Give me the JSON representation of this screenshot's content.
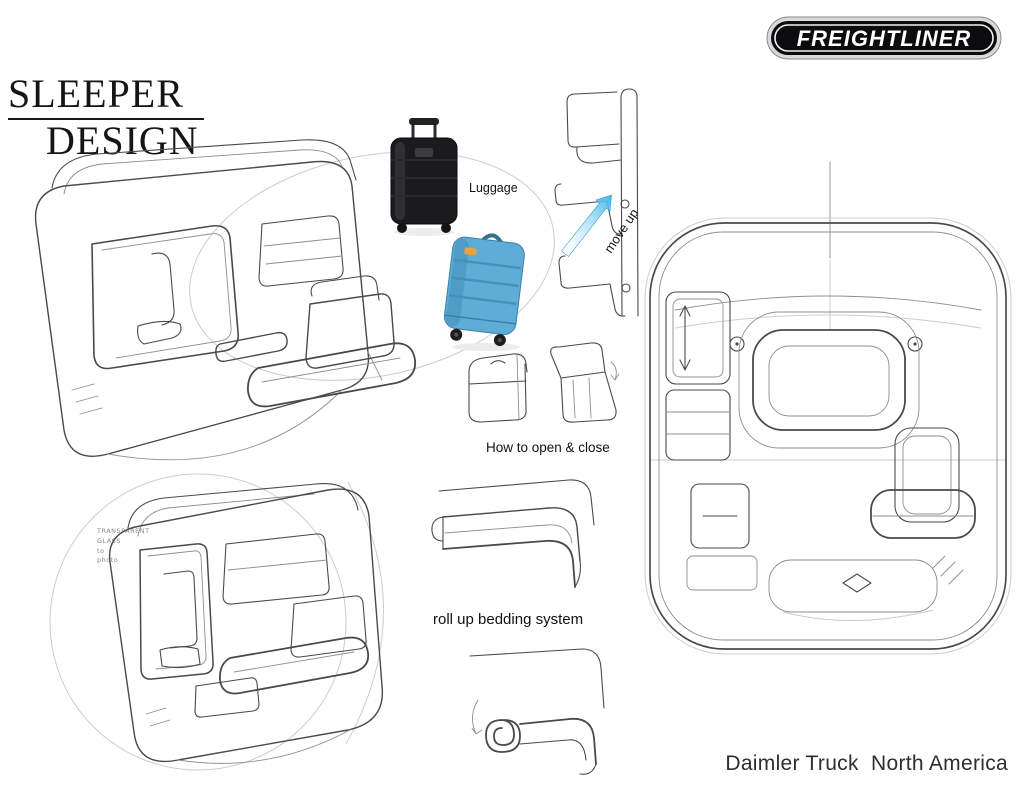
{
  "page": {
    "footer": "Daimler Truck  North America"
  },
  "header": {
    "title_line1": "SLEEPER",
    "title_line2": "DESIGN"
  },
  "logo": {
    "brand": "FREIGHTLINER"
  },
  "labels": {
    "luggage": "Luggage",
    "move_up": "move up",
    "how_to_open_close": "How to open & close",
    "roll_up_bedding": "roll up bedding system",
    "handwritten_note": "TRANSPARENT\nGLASS\nto\nphoto"
  },
  "colors": {
    "paper": "#ffffff",
    "ink": "#1a1a1a",
    "sketch_line": "#4a4a4a",
    "construction_line": "#cdcdcd",
    "accent_blue": "#5bbde4",
    "suitcase_black": "#1b1b1d",
    "suitcase_blue": "#5fadd6"
  }
}
